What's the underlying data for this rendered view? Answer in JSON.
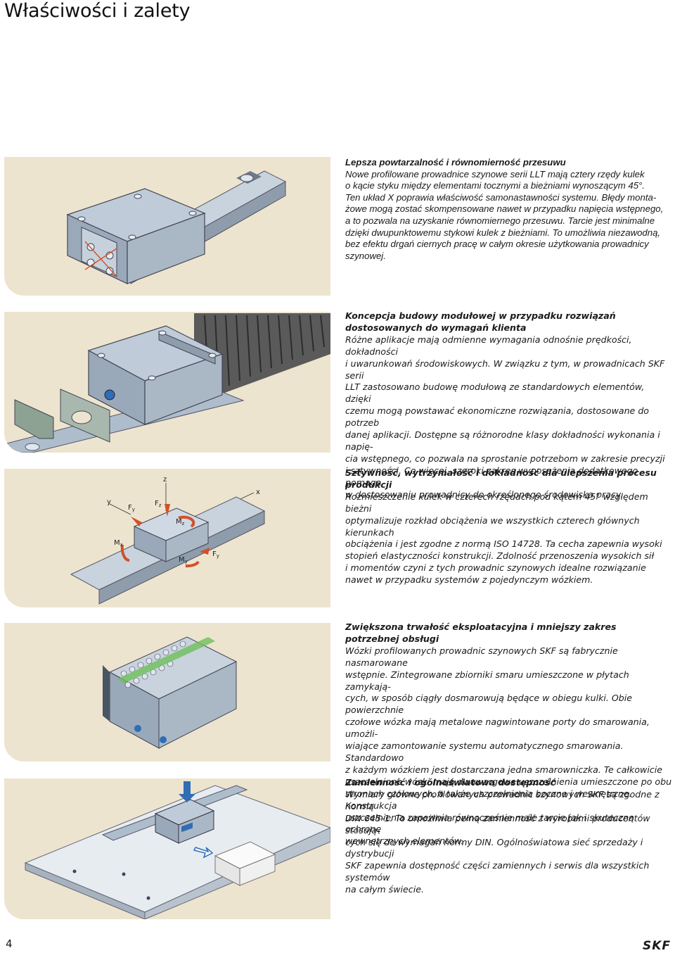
{
  "page": {
    "title": "Właściwości i zalety",
    "number": "4",
    "brand": "SKF"
  },
  "colors": {
    "panel_bg": "#ede4cf",
    "steel": "#aebdcc",
    "steel_dark": "#6f7f90",
    "accent_red": "#d2502a",
    "accent_blue": "#2f6db5"
  },
  "sections": [
    {
      "heading": "Lepsza powtarzalność i równomierność przesuwu",
      "lines": [
        "Nowe profilowane prowadnice szynowe serii LLT mają cztery rzędy kulek",
        "o kącie styku między elementami tocznymi a bieżniami wynoszącym 45°.",
        "Ten układ X poprawia właściwość samonastawności systemu. Błędy monta-",
        "żowe mogą zostać skompensowane nawet w przypadku napięcia wstępnego,",
        "a to pozwala na uzyskanie równomiernego przesuwu. Tarcie jest minimalne",
        "dzięki dwupunktowemu stykowi kulek z bieżniami. To umożliwia niezawodną,",
        "bez efektu drgań ciernych pracę w całym okresie użytkowania prowadnicy",
        "szynowej."
      ]
    },
    {
      "heading_lines": [
        "Koncepcja budowy modułowej w przypadku rozwiązań",
        "dostosowanych do wymagań klienta"
      ],
      "lines": [
        "Różne aplikacje mają odmienne wymagania odnośnie prędkości, dokładności",
        "i uwarunkowań środowiskowych. W związku z tym, w prowadnicach SKF serii",
        "LLT zastosowano budowę modułową ze standardowych elementów, dzięki",
        "czemu mogą powstawać ekonomiczne rozwiązania, dostosowane do potrzeb",
        "danej aplikacji. Dostępne są różnorodne klasy dokładności wykonania i napię-",
        "cia wstępnego, co pozwala na sprostanie potrzebom w zakresie precyzji",
        "i sztywności. Co więcej, szeroki zakres wyposażenia dodatkowego pomaga",
        "w dostosowaniu prowadnicy do określonego środowiska pracy."
      ]
    },
    {
      "heading": "Sztywność, wytrzymałość i dokładność dla ulepszenia procesu produkcji",
      "lines": [
        "Rozmieszczenie kulek w czterech rzędach pod kątem 45° względem bieżni",
        "optymalizuje rozkład obciążenia we wszystkich czterech głównych kierunkach",
        "obciążenia i jest zgodne z normą ISO 14728. Ta cecha zapewnia wysoki",
        "stopień elastyczności konstrukcji. Zdolność przenoszenia wysokich sił",
        "i momentów czyni z tych prowadnic szynowych idealne rozwiązanie",
        "nawet w przypadku systemów z pojedynczym wózkiem."
      ]
    },
    {
      "heading": "Zwiększona trwałość eksploatacyjna i mniejszy zakres potrzebnej obsługi",
      "lines": [
        "Wózki profilowanych prowadnic szynowych SKF są fabrycznie nasmarowane",
        "wstępnie. Zintegrowane zbiorniki smaru umieszczone w płytach zamykają-",
        "cych, w sposób ciągły dosmarowują będące w obiegu kulki. Obie powierzchnie",
        "czołowe wózka mają metalowe nagwintowane porty do smarowania, umożli-",
        "wiające zamontowanie systemu automatycznego smarowania. Standardowo",
        "z każdym wózkiem jest dostarczana jedna smarowniczka. Te całkowicie",
        "uszczelnione wózki mają dwuwargowe uszczelnienia umieszczone po obu",
        "stronach czołowych, a także uszczelnienia boczne i wewnętrzne. Konstrukcja",
        "uszczelnienia zapewnia równocześnie małe tarcie jak i skuteczną ochronę",
        "wewnętrznych elementów."
      ]
    },
    {
      "heading": "Zamienność i ogólnoświatowa dostępność",
      "lines": [
        "Wymiary główne profilowanych prowadnic szynowych SKF są zgodne z normą",
        "DIN 645-1. To umożliwia pełną zamienność z wyrobami producentów stosują-",
        "cych się do wymagań normy DIN. Ogólnoświatowa sieć sprzedaży i dystrybucji",
        "SKF zapewnia dostępność części zamiennych i serwis dla wszystkich systemów",
        "na całym świecie."
      ]
    }
  ],
  "load_diagram": {
    "y": "y",
    "z": "z",
    "x": "x",
    "Fy": "F",
    "Fy_sub": "y",
    "Fz": "F",
    "Fz_sub": "z",
    "Mz": "M",
    "Mz_sub": "z",
    "Mx": "M",
    "Mx_sub": "x",
    "My": "M",
    "My_sub": "y",
    "Fy2": "F",
    "Fy2_sub": "y"
  }
}
